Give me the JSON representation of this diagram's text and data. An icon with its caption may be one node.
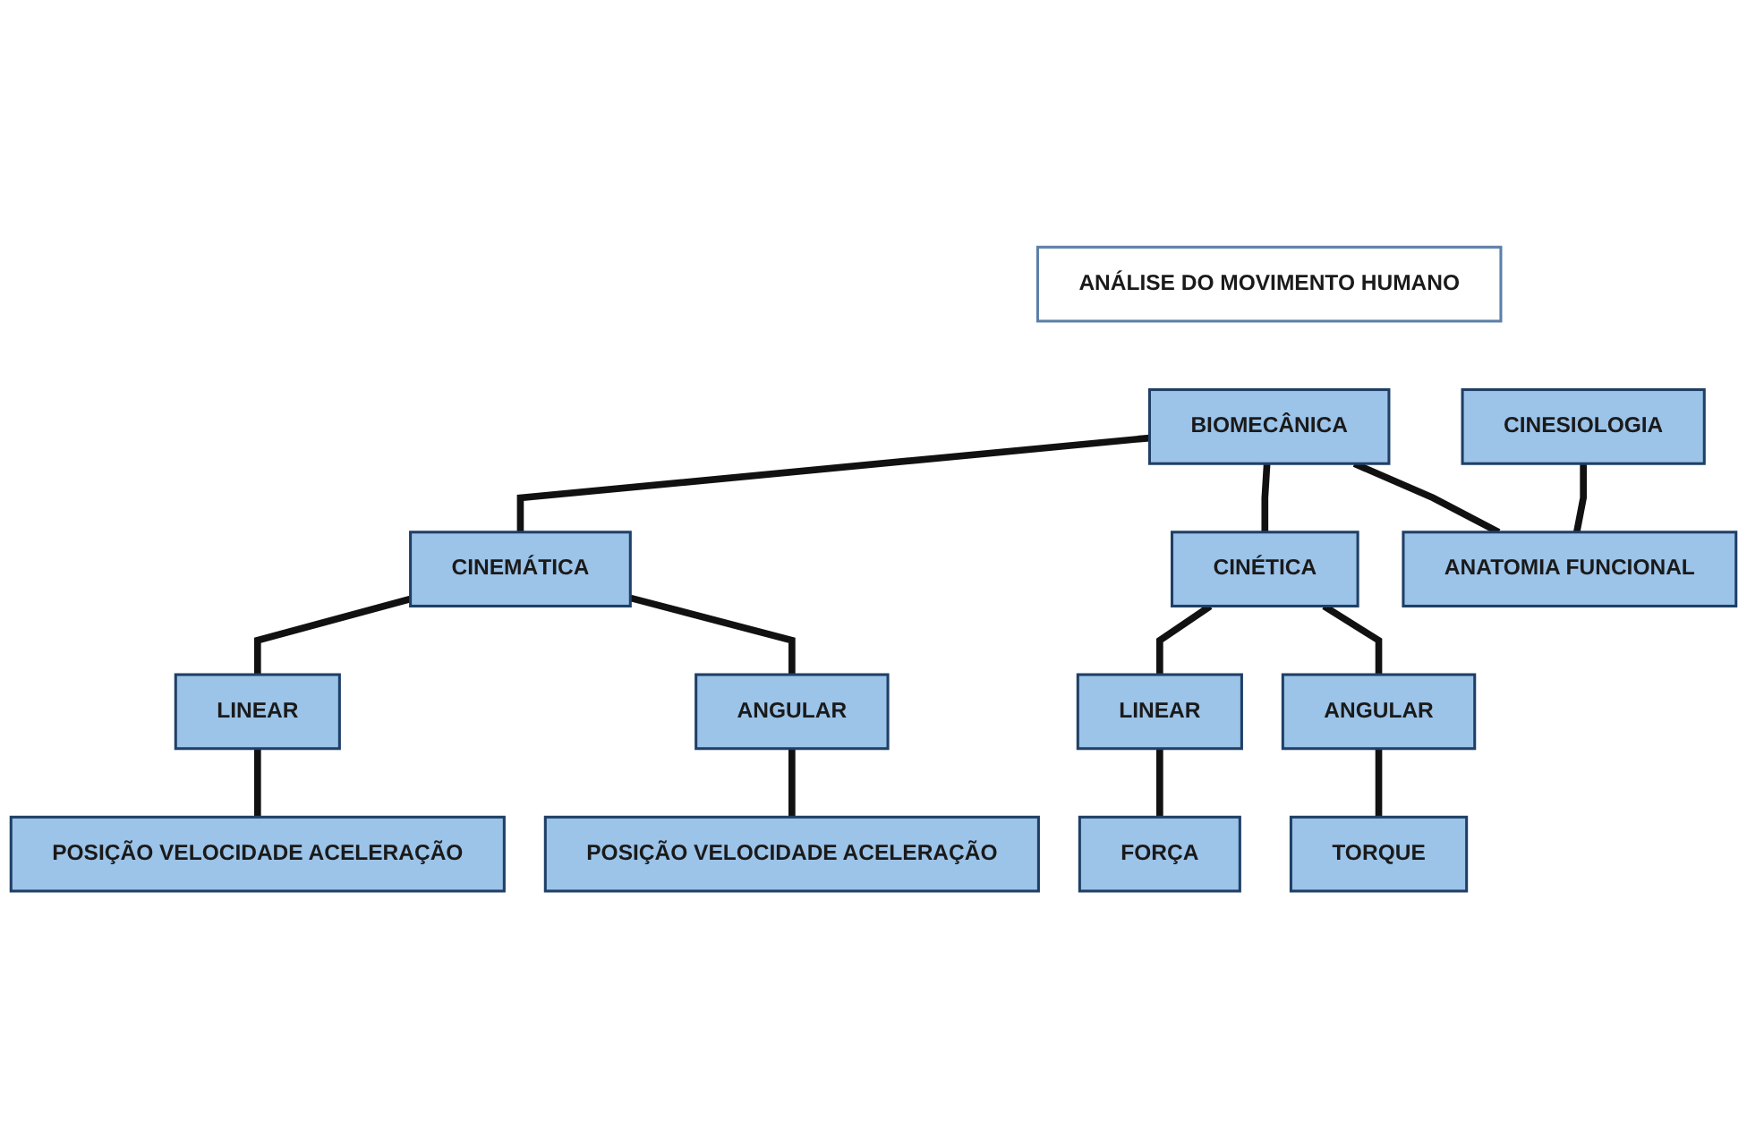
{
  "diagram": {
    "nodes": [
      {
        "text": [
          "ANÁLISE DO MOVIMENTO HUMANO"
        ]
      },
      {
        "text": [
          "BIOMECÂNICA"
        ]
      },
      {
        "text": [
          "CINESIOLOGIA"
        ]
      },
      {
        "text": [
          "CINEMÁTICA"
        ]
      },
      {
        "text": [
          "CINÉTICA"
        ]
      },
      {
        "text": [
          "ANATOMIA FUNCIONAL"
        ]
      },
      {
        "text": [
          "LINEAR"
        ]
      },
      {
        "text": [
          "ANGULAR"
        ]
      },
      {
        "text": [
          "LINEAR"
        ]
      },
      {
        "text": [
          "ANGULAR"
        ]
      },
      {
        "text": [
          "POSIÇÃO VELOCIDADE ACELERAÇÃO"
        ]
      },
      {
        "text": [
          "POSIÇÃO VELOCIDADE ACELERAÇÃO"
        ]
      },
      {
        "text": [
          "FORÇA"
        ]
      },
      {
        "text": [
          "TORQUE"
        ]
      }
    ],
    "edges": [
      {
        "from": 1,
        "to": 3,
        "arrow": "none"
      },
      {
        "from": 1,
        "to": 4,
        "arrow": "none"
      },
      {
        "from": 1,
        "to": 5,
        "arrow": "none"
      },
      {
        "from": 2,
        "to": 5,
        "arrow": "none"
      },
      {
        "from": 3,
        "to": 6,
        "arrow": "none"
      },
      {
        "from": 3,
        "to": 7,
        "arrow": "none"
      },
      {
        "from": 4,
        "to": 8,
        "arrow": "none"
      },
      {
        "from": 4,
        "to": 9,
        "arrow": "none"
      },
      {
        "from": 6,
        "to": 10,
        "arrow": "none"
      },
      {
        "from": 7,
        "to": 11,
        "arrow": "none"
      },
      {
        "from": 8,
        "to": 12,
        "arrow": "none"
      },
      {
        "from": 9,
        "to": 13,
        "arrow": "none"
      }
    ]
  }
}
